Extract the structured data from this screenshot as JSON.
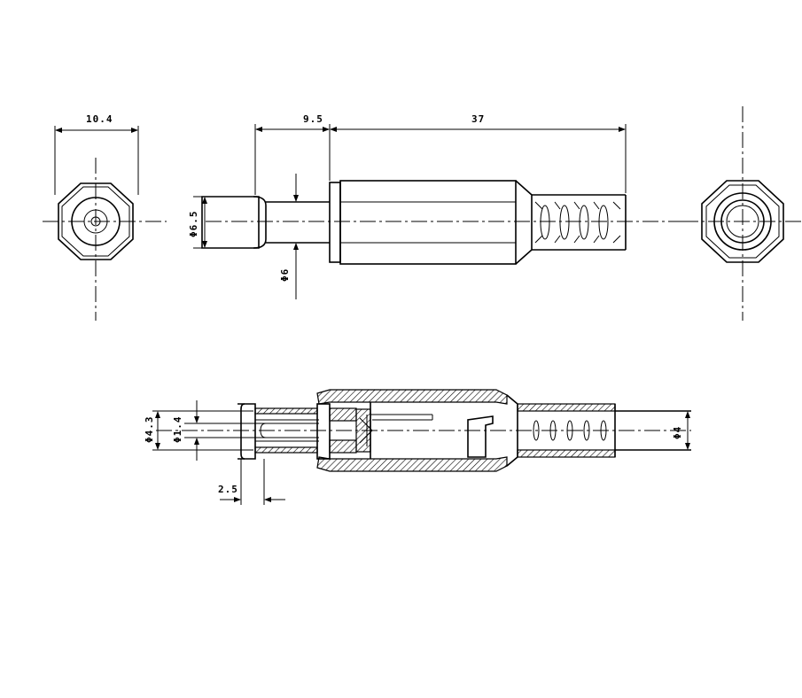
{
  "dimensions": {
    "hex_width": "10.4",
    "plug_length": "9.5",
    "body_length": "37",
    "plug_outer_dia": "Φ6.5",
    "body_dia": "Φ6",
    "section_outer_dia": "Φ4.3",
    "section_inner_dia": "Φ1.4",
    "tip_length": "2.5",
    "cable_dia": "Φ4"
  }
}
